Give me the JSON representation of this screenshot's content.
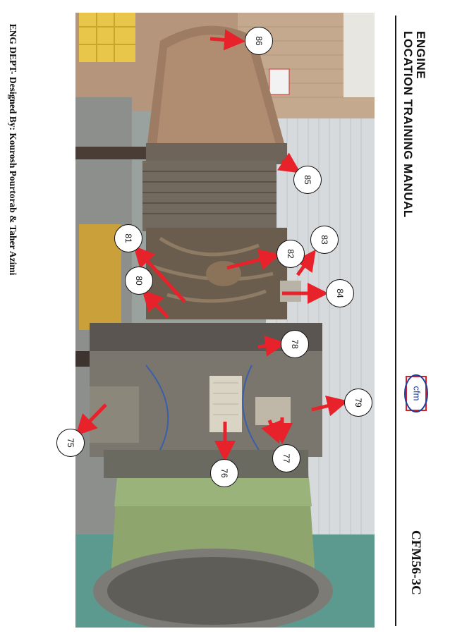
{
  "header": {
    "title_line1": "ENGINE",
    "title_line2": "LOCATION TRAINING MANUAL",
    "logo_text": "cfm",
    "model": "CFM56-3C"
  },
  "footer": {
    "credit": "ENG DEPT- Designed By: Kourosh Pourtorab & Taher Azimi"
  },
  "callouts": [
    {
      "label": "86"
    },
    {
      "label": "85"
    },
    {
      "label": "83"
    },
    {
      "label": "84"
    },
    {
      "label": "82"
    },
    {
      "label": "81"
    },
    {
      "label": "80"
    },
    {
      "label": "78"
    },
    {
      "label": "79"
    },
    {
      "label": "77"
    },
    {
      "label": "76"
    },
    {
      "label": "75"
    }
  ],
  "colors": {
    "arrow": "#e8222a",
    "logo_blue": "#1d3f9c",
    "logo_red": "#d2202f"
  }
}
